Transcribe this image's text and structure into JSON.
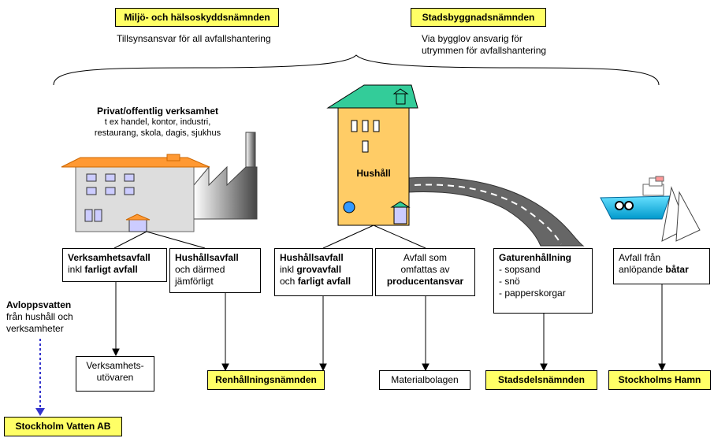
{
  "authorities": {
    "env": {
      "title": "Miljö- och hälsoskyddsnämnden",
      "desc": "Tillsynsansvar för all avfallshantering"
    },
    "city": {
      "title": "Stadsbyggnadsnämnden",
      "desc_1": "Via bygglov ansvarig för",
      "desc_2": "utrymmen för avfallshantering"
    }
  },
  "business": {
    "title": "Privat/offentlig verksamhet",
    "line_1": "t ex handel, kontor, industri,",
    "line_2": "restaurang, skola, dagis, sjukhus"
  },
  "household": {
    "label": "Hushåll"
  },
  "boxes": {
    "b1": {
      "l1": "Verksamhetsavfall",
      "l2a": "inkl ",
      "l2b": "farligt avfall"
    },
    "b2": {
      "l1": "Hushållsavfall",
      "l2": "och därmed",
      "l3": "jämförligt"
    },
    "b3": {
      "l1": "Hushållsavfall",
      "l2a": "inkl ",
      "l2b": "grovavfall",
      "l3a": "och ",
      "l3b": "farligt avfall"
    },
    "b4": {
      "l1": "Avfall som",
      "l2": "omfattas av",
      "l3": "producentansvar"
    },
    "b5": {
      "l1": "Gaturenhållning",
      "l2": "- sopsand",
      "l3": "- snö",
      "l4": "- papperskorgar"
    },
    "b6": {
      "l1": "Avfall från",
      "l2a": "anlöpande ",
      "l2b": "båtar"
    }
  },
  "sewage": {
    "title": "Avloppsvatten",
    "l1": "från hushåll och",
    "l2": "verksamheter"
  },
  "destinations": {
    "operator_l1": "Verksamhets-",
    "operator_l2": "utövaren",
    "renhallning": "Renhållningsnämnden",
    "materialbolagen": "Materialbolagen",
    "stadsdel": "Stadsdelsnämnden",
    "hamn": "Stockholms Hamn",
    "vatten": "Stockholm Vatten AB"
  },
  "colors": {
    "highlight": "#ffff66",
    "building": "#ffcc66",
    "roof_house": "#33cc99",
    "roof_factory": "#ff9933",
    "ship": "#33ccff",
    "dotted_arrow": "#3333cc"
  }
}
